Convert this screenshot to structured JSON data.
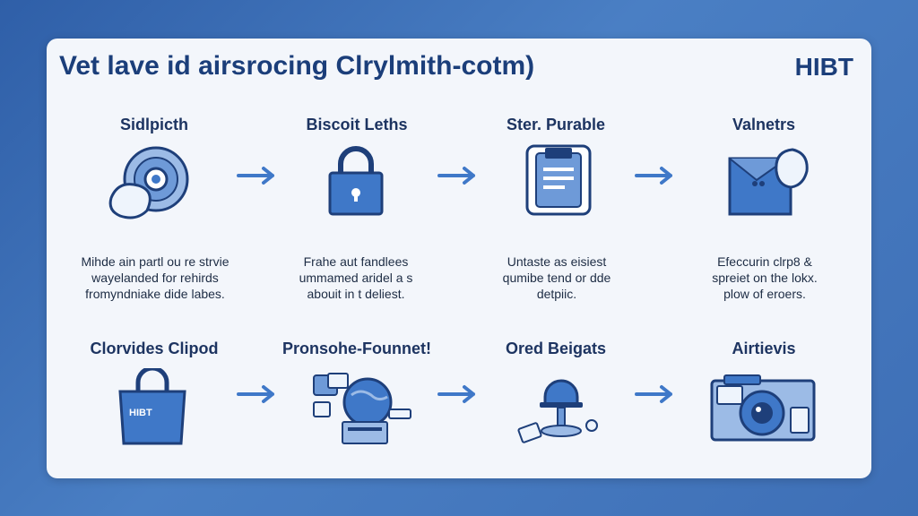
{
  "header": {
    "title": "Vet lave id airsrocing Clrylmith-cotm)",
    "brand": "HIBT"
  },
  "steps_row1": [
    {
      "label": "Sidlpicth",
      "icon": "disc-shield-icon",
      "desc": [
        "Mihde ain partl ou re strvie",
        "wayelanded for rehirds",
        "fromyndniake dide labes."
      ]
    },
    {
      "label": "Biscoit Leths",
      "icon": "padlock-icon",
      "desc": [
        "Frahe aut fandlees",
        "ummamed aridel a s",
        "abouit in t deliest."
      ]
    },
    {
      "label": "Ster. Purable",
      "icon": "document-badge-icon",
      "desc": [
        "Untaste as eisiest",
        "qumibe tend or dde",
        "detpiic."
      ]
    },
    {
      "label": "Valnetrs",
      "icon": "wallet-shield-icon",
      "desc": [
        "Efeccurin clrp8 &",
        "spreiet on the lokx.",
        "plow of eroers."
      ]
    }
  ],
  "steps_row2": [
    {
      "label": "Clorvides Clipod",
      "icon": "shopping-bag-icon",
      "bag_text": "HIBT"
    },
    {
      "label": "Pronsohe-Founnet!",
      "icon": "workstation-globe-icon"
    },
    {
      "label": "Ored Beigats",
      "icon": "robot-arm-icon"
    },
    {
      "label": "Airtievis",
      "icon": "camera-device-icon"
    }
  ],
  "colors": {
    "background": "#3e6fb6",
    "card": "#f3f6fb",
    "title": "#1b3e7a",
    "icon_primary": "#3f78c8",
    "icon_dark": "#1e3f7a",
    "arrow": "#3f78c8"
  }
}
